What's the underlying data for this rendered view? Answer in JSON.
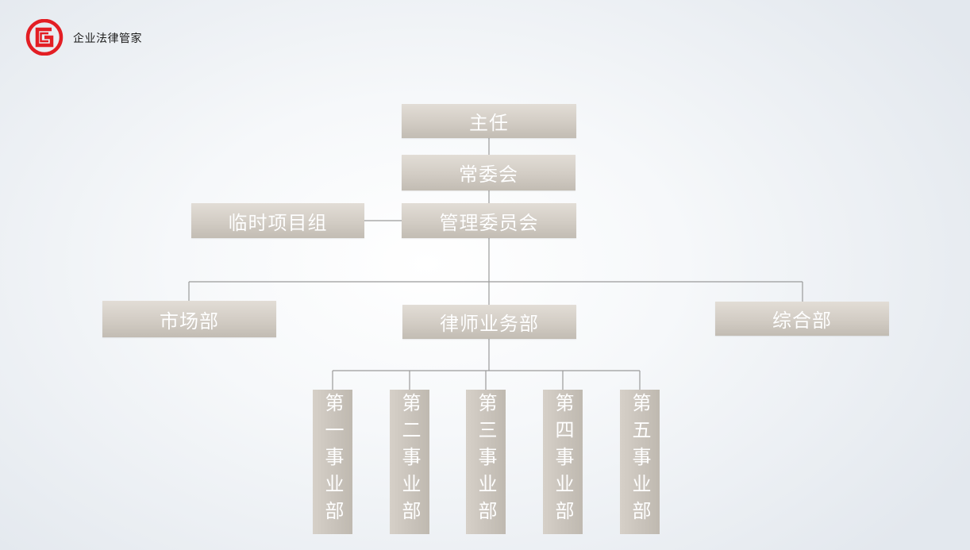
{
  "header": {
    "brand_name": "企业法律管家",
    "logo_color": "#e31e24"
  },
  "org_chart": {
    "director": "主任",
    "standing_committee": "常委会",
    "management_committee": "管理委员会",
    "temp_project_group": "临时项目组",
    "departments": {
      "marketing": "市场部",
      "legal_affairs": "律师业务部",
      "general": "综合部"
    },
    "divisions": [
      "第一事业部",
      "第二事业部",
      "第三事业部",
      "第四事业部",
      "第五事业部"
    ]
  },
  "colors": {
    "box": "#d2ccc4",
    "line": "#9a9a9a",
    "text": "#ffffff"
  }
}
